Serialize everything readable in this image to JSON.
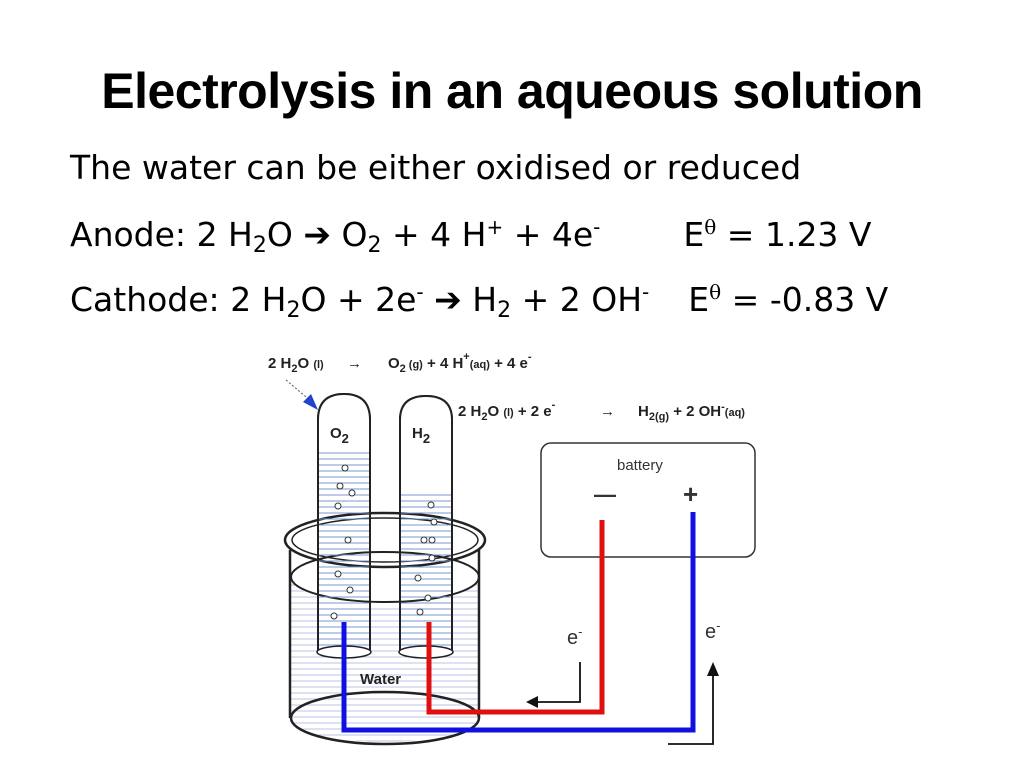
{
  "title": "Electrolysis in an aqueous solution",
  "intro": "The water can be either oxidised or reduced",
  "anode": {
    "label": "Anode:",
    "coef_h2o": "2 H",
    "sub_2": "2",
    "o": "O",
    "arrow": "➔",
    "o2": "O",
    "plus_4h": "+ 4 H",
    "sup_plus": "+",
    "plus_4e": "+ 4e",
    "sup_minus": "-",
    "e_symbol": "E",
    "theta": "θ",
    "eq": "=",
    "potential": "1.23 V"
  },
  "cathode": {
    "label": "Cathode:",
    "coef_h2o": "2 H",
    "sub_2": "2",
    "o_plus_2e": "O + 2e",
    "sup_minus": "-",
    "arrow": "➔",
    "h": "H",
    "plus_2oh": "+ 2 OH",
    "e_symbol": "E",
    "theta": "θ",
    "eq": "=",
    "potential": "-0.83 V"
  },
  "diagram": {
    "anode_eq": {
      "a": "2 H",
      "s": "2",
      "b": "O",
      "l": "(l)",
      "c": "O",
      "g": "(g)",
      "d": "+ 4 H",
      "plus": "+",
      "aq": "(aq)",
      "e": "+ 4 e",
      "minus": "-"
    },
    "cathode_eq": {
      "a": "2 H",
      "s": "2",
      "b": "O",
      "l": "(l)",
      "c": "+ 2 e",
      "minus": "-",
      "h": "H",
      "g": "(g)",
      "d": "+ 2 OH",
      "aq": "(aq)"
    },
    "tube_left_label": "O",
    "tube_left_sub": "2",
    "tube_right_label": "H",
    "tube_right_sub": "2",
    "battery_label": "battery",
    "battery_minus": "—",
    "battery_plus": "+",
    "electron_left": "e",
    "electron_right": "e",
    "electron_sup": "-",
    "water_label": "Water",
    "colors": {
      "red_wire": "#e01010",
      "blue_wire": "#1010e0",
      "arrow_blue": "#2244cc"
    }
  }
}
